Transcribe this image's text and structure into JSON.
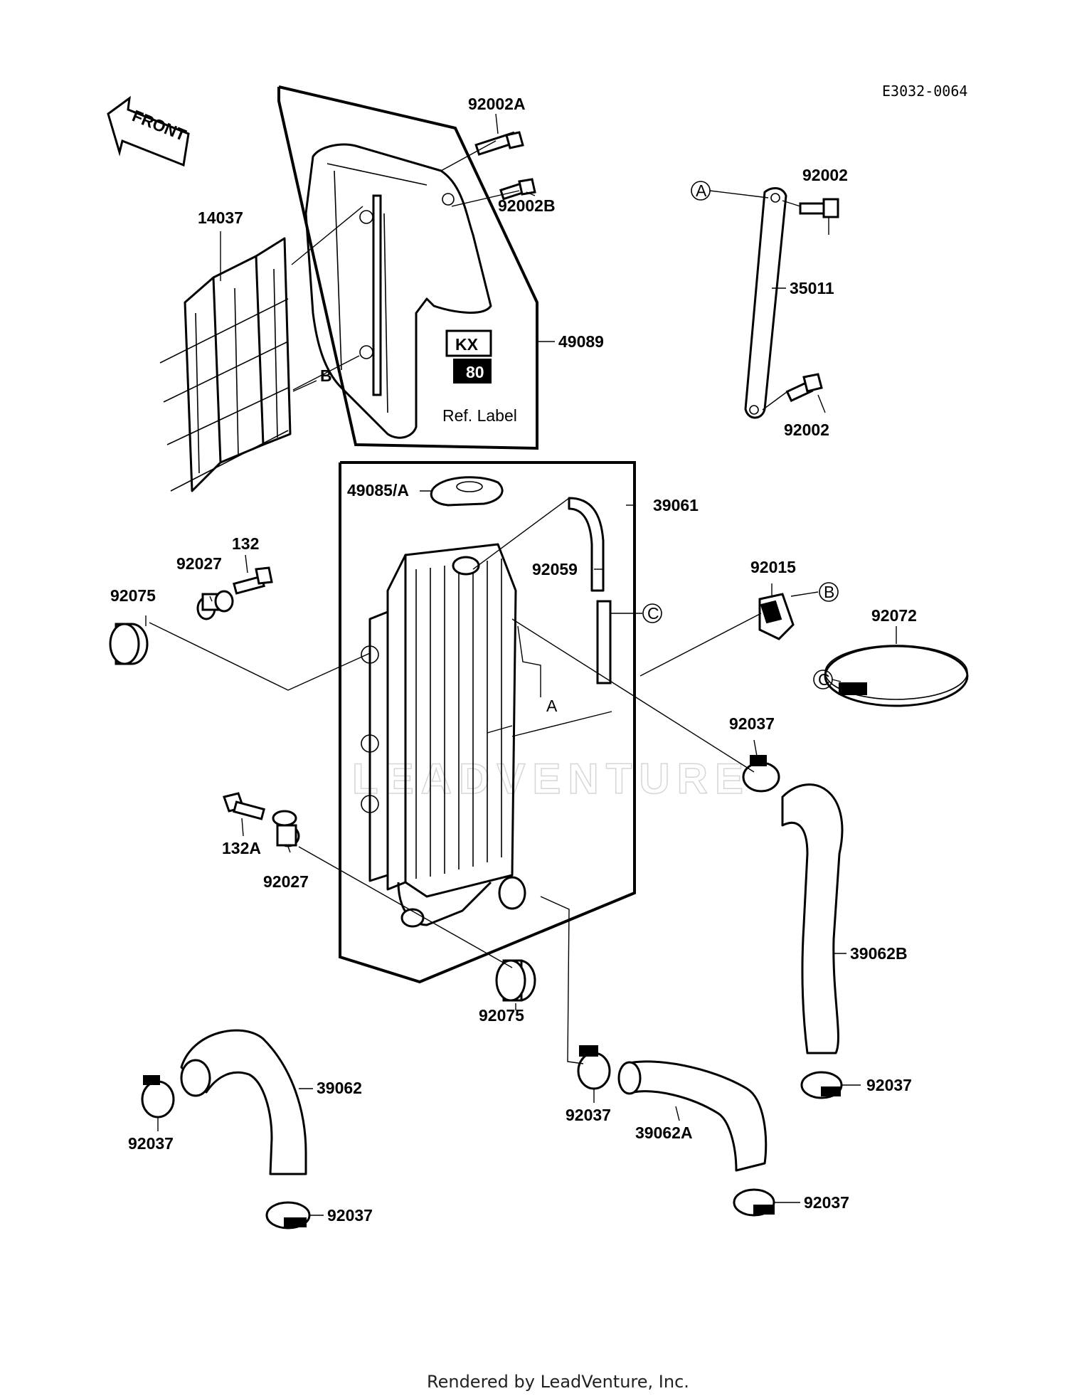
{
  "diagram": {
    "code": "E3032-0064",
    "front_arrow_label": "FRONT",
    "watermark": "LEADVENTURE",
    "footer": "Rendered by LeadVenture, Inc.",
    "ref_label": "Ref. Label",
    "decal_text": "KX",
    "decal_number": "80",
    "callouts": {
      "p92002A": "92002A",
      "p92002B": "92002B",
      "p14037": "14037",
      "p49089": "49089",
      "pB_left": "B",
      "p92002_top": "92002",
      "pA_top": "A",
      "p35011": "35011",
      "p92002_bottom": "92002",
      "p49085A": "49085/A",
      "p39061": "39061",
      "p92059": "92059",
      "pC_right": "C",
      "p92027_top": "92027",
      "p132": "132",
      "p92075_left": "92075",
      "p92015": "92015",
      "pB_right": "B",
      "p92072": "92072",
      "pC_left": "C",
      "pA_mid": "A",
      "p92037_upper": "92037",
      "p132A": "132A",
      "p92027_bottom": "92027",
      "p39062B": "39062B",
      "p92075_bottom": "92075",
      "p39062": "39062",
      "p92037_left": "92037",
      "p92037_bottom_left": "92037",
      "p92037_mid": "92037",
      "p39062A": "39062A",
      "p92037_right": "92037",
      "p92037_bottom_right": "92037"
    }
  }
}
